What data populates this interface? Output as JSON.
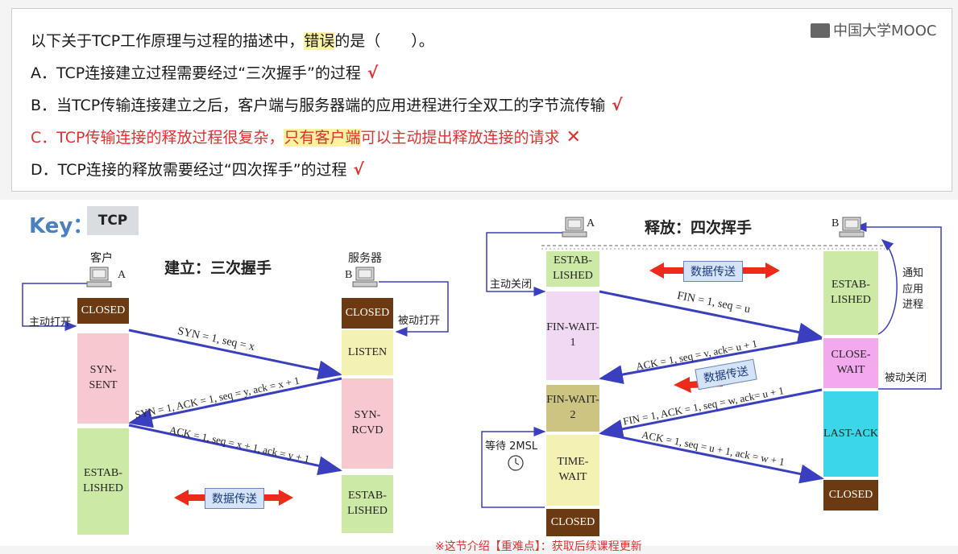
{
  "question": {
    "stem_prefix": "以下关于TCP工作原理与过程的描述中，",
    "stem_highlight": "错误",
    "stem_suffix": "的是（　　）。",
    "options": [
      {
        "text": "A．TCP连接建立过程需要经过“三次握手”的过程",
        "mark": "√"
      },
      {
        "text": "B．当TCP传输连接建立之后，客户端与服务器端的应用进程进行全双工的字节流传输",
        "mark": "√"
      },
      {
        "text_prefix": "C．TCP传输连接的释放过程很复杂，",
        "text_highlight": "只有客户端",
        "text_suffix": "可以主动提出释放连接的请求",
        "mark": "✕"
      },
      {
        "text": "D．TCP连接的释放需要经过“四次挥手”的过程",
        "mark": "√"
      }
    ]
  },
  "logo": "中国大学MOOC",
  "key": {
    "title": "Key：",
    "tag": "TCP"
  },
  "handshake": {
    "title": "建立：三次握手",
    "client_label": "客户",
    "client_host": "A",
    "server_label": "服务器",
    "server_host": "B",
    "active_open": "主动打开",
    "passive_open": "被动打开",
    "client_states": [
      "CLOSED",
      "SYN-SENT",
      "ESTAB-LISHED"
    ],
    "server_states": [
      "CLOSED",
      "LISTEN",
      "SYN-RCVD",
      "ESTAB-LISHED"
    ],
    "messages": [
      "SYN = 1, seq = x",
      "SYN = 1, ACK = 1, seq = y, ack = x + 1",
      "ACK = 1, seq = x + 1, ack = y + 1"
    ],
    "data_label": "数据传送"
  },
  "teardown": {
    "title": "释放：四次挥手",
    "client_host": "A",
    "server_host": "B",
    "active_close": "主动关闭",
    "passive_close": "被动关闭",
    "notify_app": "通知应用进程",
    "wait_2msl": "等待 2MSL",
    "client_states": [
      "ESTAB-LISHED",
      "FIN-WAIT-1",
      "FIN-WAIT-2",
      "TIME-WAIT",
      "CLOSED"
    ],
    "server_states": [
      "ESTAB-LISHED",
      "CLOSE-WAIT",
      "LAST-ACK",
      "CLOSED"
    ],
    "messages": [
      "FIN = 1, seq = u",
      "ACK = 1, seq = v, ack= u + 1",
      "FIN = 1, ACK = 1, seq = w, ack= u + 1",
      "ACK = 1, seq = u + 1, ack = w + 1"
    ],
    "data_label_top": "数据传送",
    "data_label_mid": "数据传送"
  },
  "bottom_note": "※这节介绍【重难点】：获取后续课程更新"
}
